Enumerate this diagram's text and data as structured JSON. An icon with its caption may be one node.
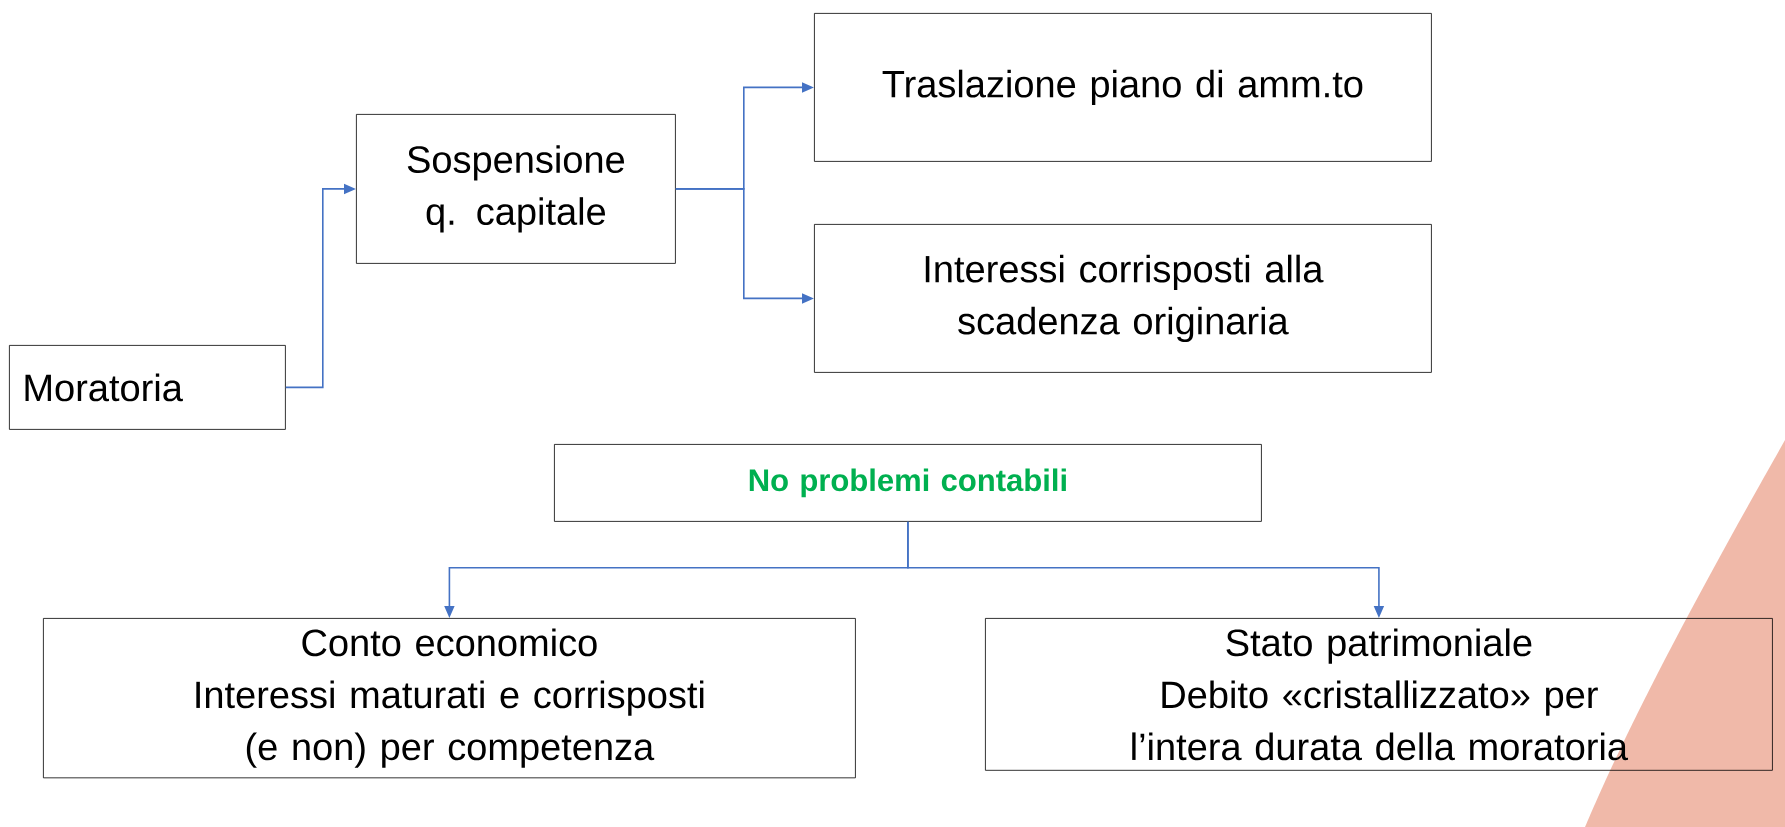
{
  "diagram": {
    "nodes": [
      {
        "text": [
          "Moratoria"
        ]
      },
      {
        "text": [
          "Sospensione q. capitale"
        ]
      },
      {
        "text": [
          "Traslazione piano di amm.to"
        ]
      },
      {
        "text": [
          "Interessi corrisposti alla scadenza originaria"
        ]
      },
      {
        "text": [
          "No problemi contabili"
        ]
      },
      {
        "text": [
          "Conto economico",
          "Interessi maturati e corrisposti (e non) per competenza"
        ]
      },
      {
        "text": [
          "Stato patrimoniale",
          "Debito «cristallizzato» per l’intera durata della moratoria"
        ]
      }
    ],
    "edges": [
      {
        "from": 0,
        "to": 1,
        "arrow": "to"
      },
      {
        "from": 1,
        "to": 2,
        "arrow": "to"
      },
      {
        "from": 1,
        "to": 3,
        "arrow": "to"
      },
      {
        "from": 4,
        "to": 5,
        "arrow": "to"
      },
      {
        "from": 4,
        "to": 6,
        "arrow": "to"
      }
    ]
  }
}
